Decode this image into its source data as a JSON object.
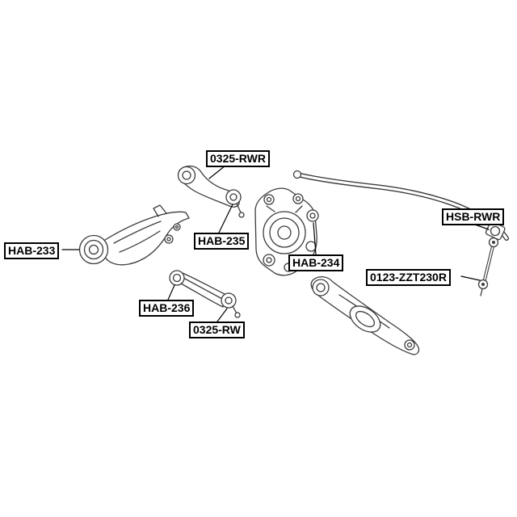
{
  "page": {
    "title": "Rear suspension parts diagram"
  },
  "colors": {
    "background": "#ffffff",
    "line": "#3c3c3c",
    "label_border": "#000000",
    "label_text": "#000000"
  },
  "labels": [
    {
      "id": "0325-RWR",
      "text": "0325-RWR"
    },
    {
      "id": "HAB-233",
      "text": "HAB-233"
    },
    {
      "id": "HAB-235",
      "text": "HAB-235"
    },
    {
      "id": "HAB-234",
      "text": "HAB-234"
    },
    {
      "id": "HAB-236",
      "text": "HAB-236"
    },
    {
      "id": "0325-RW",
      "text": "0325-RW"
    },
    {
      "id": "0123-ZZT230R",
      "text": "0123-ZZT230R"
    },
    {
      "id": "HSB-RWR",
      "text": "HSB-RWR"
    }
  ]
}
